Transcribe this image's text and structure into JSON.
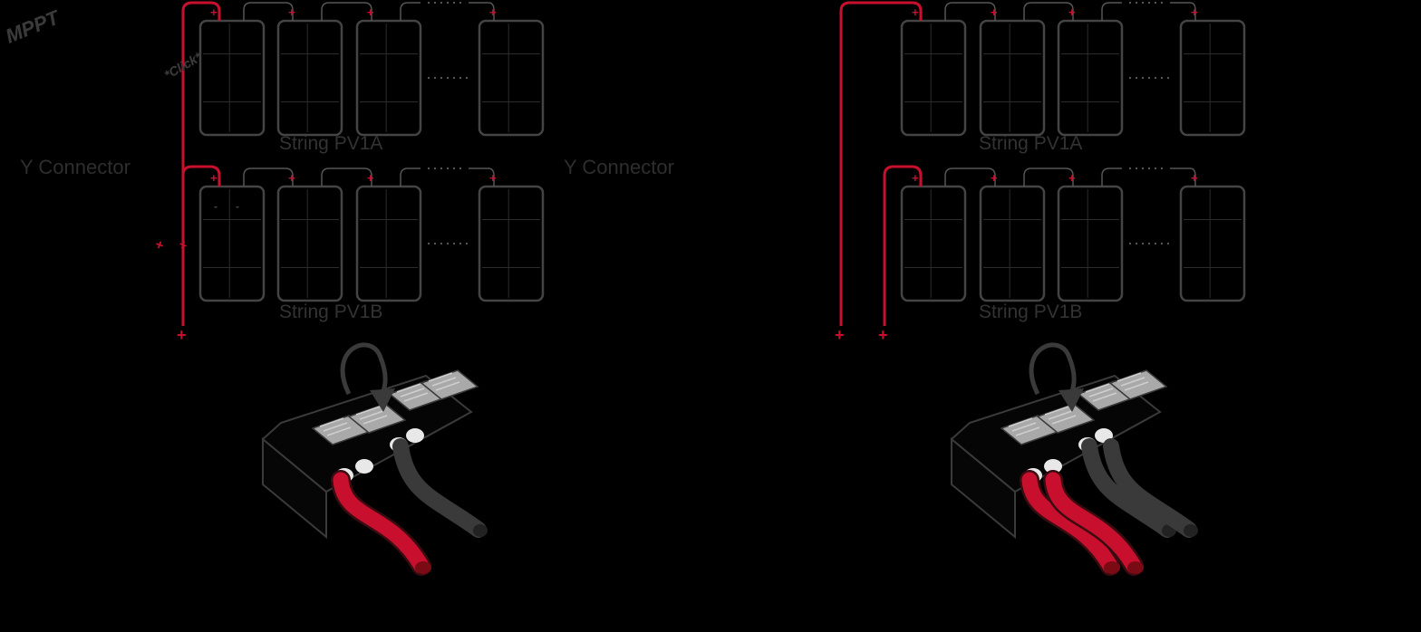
{
  "labels": {
    "y_connector_left": "Y Connector",
    "y_connector_right": "Y Connector",
    "string_pv1a": "String PV1A",
    "string_pv1b": "String PV1B",
    "mppt": "MPPT",
    "click": "*Click*",
    "plus": "+",
    "minus": "-"
  },
  "captions": {
    "left": "",
    "right": ""
  },
  "colors": {
    "background": "#000000",
    "positive_cable": "#c8102e",
    "panel_outline": "#444444",
    "text": "#2e2e2e"
  }
}
